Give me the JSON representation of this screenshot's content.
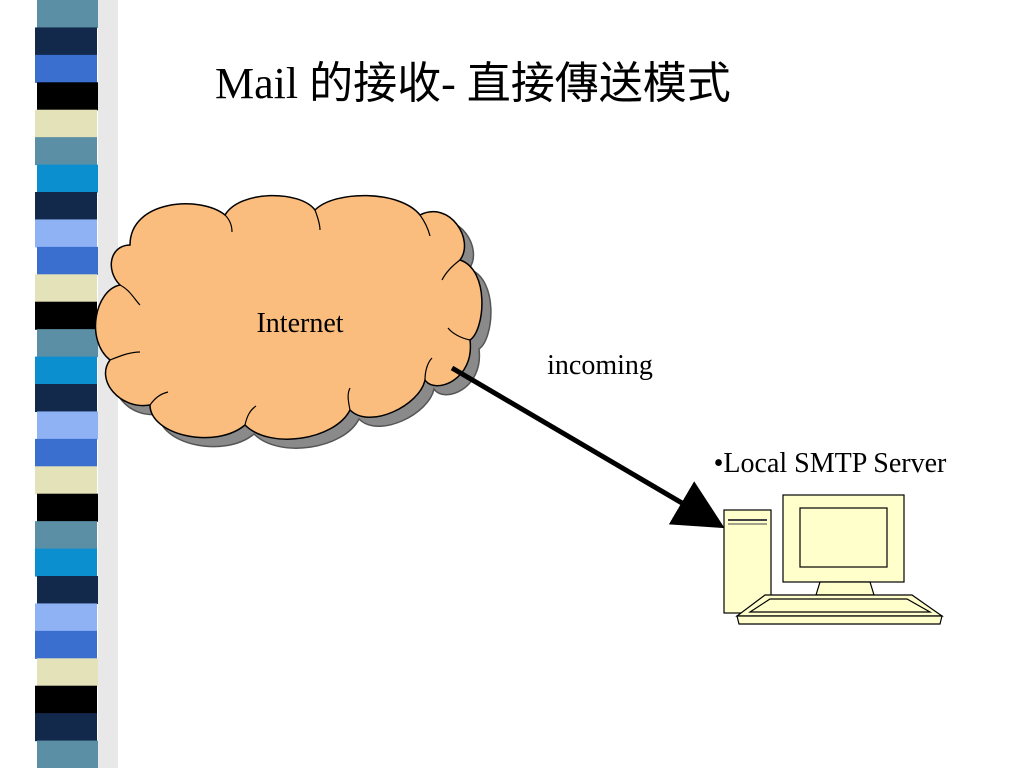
{
  "slide": {
    "title": "Mail 的接收- 直接傳送模式"
  },
  "diagram": {
    "nodes": [
      {
        "id": "internet",
        "label": "Internet",
        "shape": "cloud",
        "icon": "cloud-icon"
      },
      {
        "id": "local-smtp-server",
        "label": "•Local SMTP Server",
        "shape": "computer",
        "icon": "computer-icon"
      }
    ],
    "edges": [
      {
        "from": "internet",
        "to": "local-smtp-server",
        "label": "incoming",
        "style": "solid-arrow"
      }
    ]
  },
  "colors": {
    "background": "#ffffff",
    "cloud_fill": "#fbbd7e",
    "cloud_shadow": "#8a8a8a",
    "computer_fill": "#ffffcc",
    "stripe_colors": [
      "#5b8fa6",
      "#13294b",
      "#3b6fcf",
      "#000000",
      "#e3e2b9",
      "#0b8fcf",
      "#8fb2f5"
    ]
  }
}
